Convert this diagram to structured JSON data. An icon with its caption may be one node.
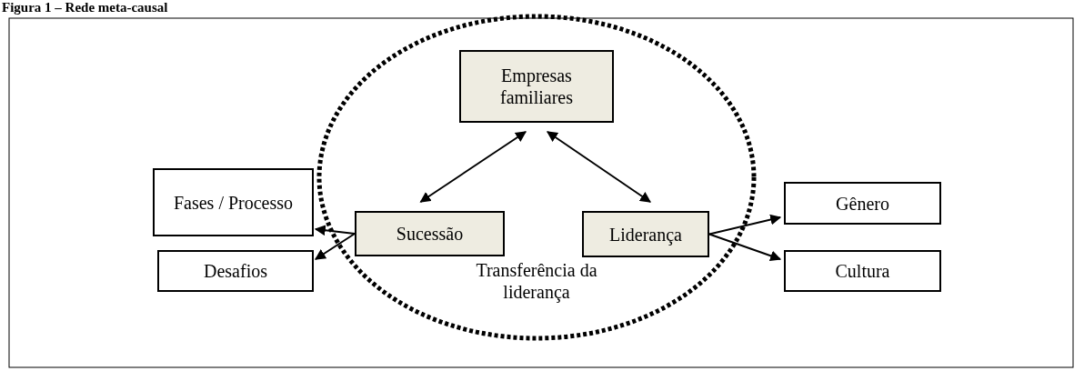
{
  "diagram": {
    "title": "Figura 1 – Rede meta-causal",
    "nodes": [
      {
        "text": [
          "Transferência da liderança"
        ]
      },
      {
        "text": [
          "Empresas familiares"
        ],
        "in": 0
      },
      {
        "text": [
          "Sucessão"
        ],
        "in": 0
      },
      {
        "text": [
          "Liderança"
        ],
        "in": 0
      },
      {
        "text": [
          "Fases / Processo"
        ]
      },
      {
        "text": [
          "Desafios"
        ]
      },
      {
        "text": [
          "Gênero"
        ]
      },
      {
        "text": [
          "Cultura"
        ]
      }
    ],
    "edges": [
      {
        "from": 1,
        "to": 2,
        "arrow": "both"
      },
      {
        "from": 1,
        "to": 3,
        "arrow": "both"
      },
      {
        "from": 2,
        "to": 4,
        "arrow": "to"
      },
      {
        "from": 2,
        "to": 5,
        "arrow": "to"
      },
      {
        "from": 3,
        "to": 6,
        "arrow": "to"
      },
      {
        "from": 3,
        "to": 7,
        "arrow": "to"
      }
    ]
  }
}
